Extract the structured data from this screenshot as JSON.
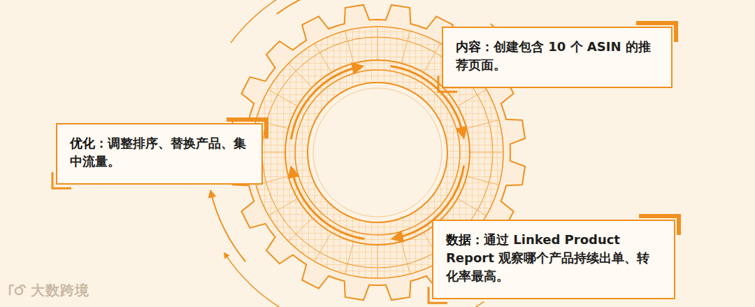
{
  "diagram": {
    "nodes": [
      {
        "text": [
          "内容：",
          "创建包含 10 个 ASIN 的推荐页面。"
        ]
      },
      {
        "text": [
          "优化：",
          "调整排序、替换产品、集中流量。"
        ]
      },
      {
        "text": [
          "数据：",
          "通过 Linked Product Report 观察哪个产品持续出单、转化率最高。"
        ]
      }
    ],
    "labels": [
      "大数跨境"
    ]
  }
}
